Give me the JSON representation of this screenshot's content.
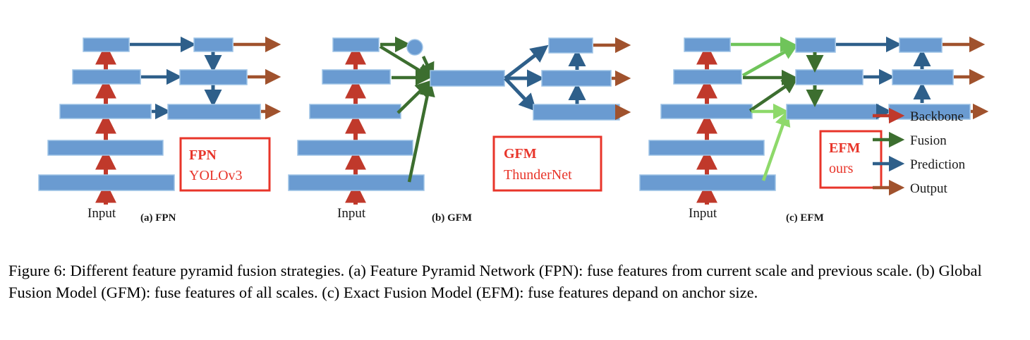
{
  "figure": {
    "caption": "Figure 6: Different feature pyramid fusion strategies. (a) Feature Pyramid Network (FPN): fuse features from current scale and previous scale. (b) Global Fusion Model (GFM): fuse features of all scales. (c) Exact Fusion Model (EFM): fuse features depand on anchor size."
  },
  "colors": {
    "box_fill": "#6a9bd1",
    "box_stroke": "#9dc3e6",
    "backbone": "#c0392b",
    "fusion": "#3c6e2f",
    "fusion_light": "#6fc45a",
    "fusion_lighter": "#8ed96a",
    "prediction": "#2e5f8a",
    "output": "#a0522d",
    "red_label": "#e8352a"
  },
  "panels": [
    {
      "id": "fpn",
      "caption": "(a) FPN",
      "input_label": "Input",
      "badge": {
        "title": "FPN",
        "subtitle": "YOLOv3"
      }
    },
    {
      "id": "gfm",
      "caption": "(b) GFM",
      "input_label": "Input",
      "badge": {
        "title": "GFM",
        "subtitle": "ThunderNet"
      }
    },
    {
      "id": "efm",
      "caption": "(c) EFM",
      "input_label": "Input",
      "badge": {
        "title": "EFM",
        "subtitle": "ours"
      }
    }
  ],
  "legend": {
    "items": [
      {
        "label": "Backbone",
        "color": "#c0392b",
        "icon": "arrow-right-icon"
      },
      {
        "label": "Fusion",
        "color": "#3c6e2f",
        "icon": "arrow-right-icon"
      },
      {
        "label": "Prediction",
        "color": "#2e5f8a",
        "icon": "arrow-right-icon"
      },
      {
        "label": "Output",
        "color": "#a0522d",
        "icon": "arrow-right-icon"
      }
    ]
  }
}
